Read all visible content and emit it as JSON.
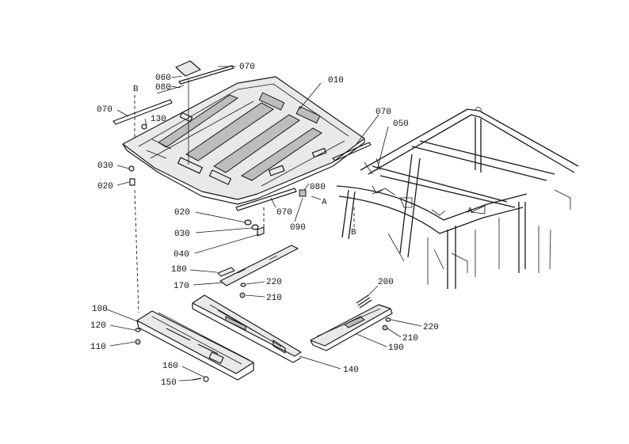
{
  "labels": {
    "p010": "010",
    "p020a": "020",
    "p020b": "020",
    "p030a": "030",
    "p030b": "030",
    "p040": "040",
    "p050": "050",
    "p060": "060",
    "p070a": "070",
    "p070b": "070",
    "p070c": "070",
    "p070d": "070",
    "p080a": "080",
    "p080b": "080",
    "p090": "090",
    "p100": "100",
    "p110": "110",
    "p120": "120",
    "p130": "130",
    "p140": "140",
    "p150": "150",
    "p160": "160",
    "p170": "170",
    "p180": "180",
    "p190": "190",
    "p200": "200",
    "p210a": "210",
    "p210b": "210",
    "p220a": "220",
    "p220b": "220"
  },
  "markers": {
    "a1": "A",
    "a2": "A",
    "b1": "B",
    "b2": "B"
  }
}
